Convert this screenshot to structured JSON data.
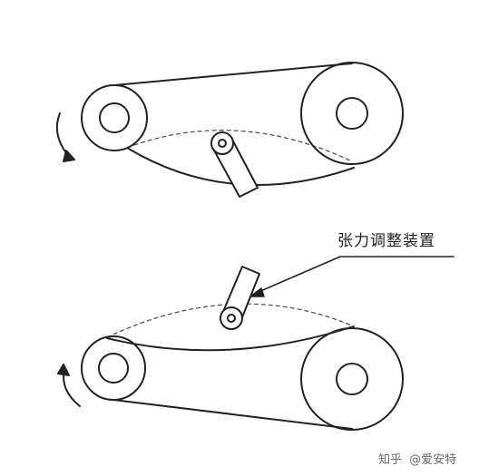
{
  "diagram": {
    "label": "张力调整装置",
    "colors": {
      "stroke": "#222222",
      "dashed": "#555555",
      "text": "#222222",
      "watermark": "#666666"
    }
  },
  "watermark": {
    "logo_text": "知乎",
    "author": "@爱安特"
  }
}
